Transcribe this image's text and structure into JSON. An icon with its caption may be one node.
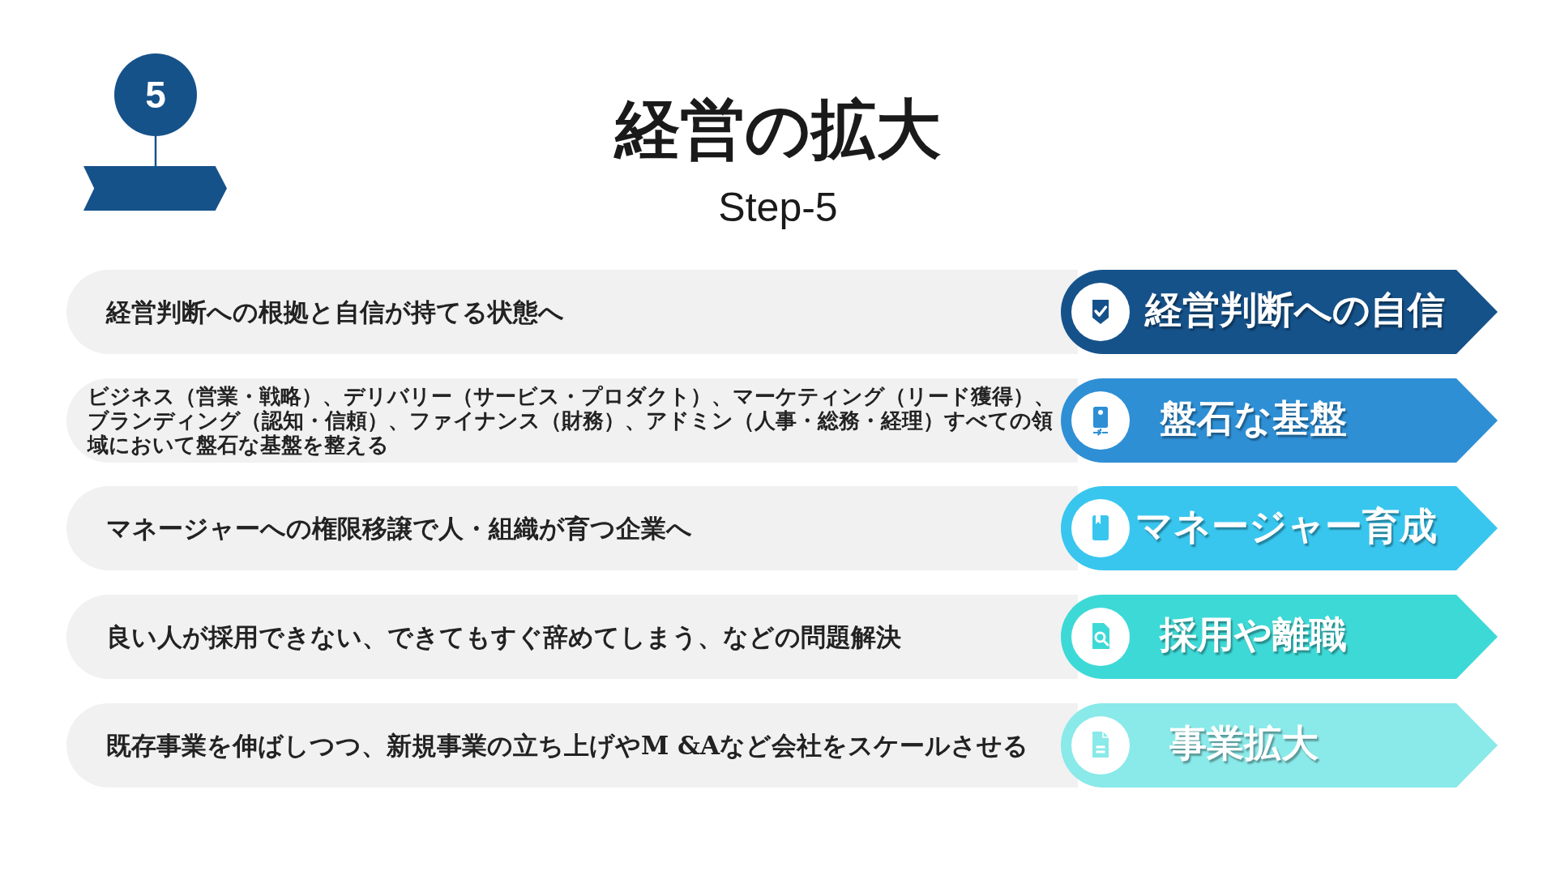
{
  "diagram": {
    "title": "経営の拡大",
    "nodes": [
      {
        "text": [
          "5"
        ]
      },
      {
        "text": [],
        "shape": "banner"
      },
      {
        "text": [
          "経営判断への根拠と自信が持てる状態へ"
        ]
      },
      {
        "text": [
          "経営判断への自信"
        ]
      },
      {
        "text": [
          "ビジネス（営業・戦略）、デリバリー（サービス・プロダクト）、マーケティング（リード獲得）、ブランディング（認知・信頼）、ファイナンス（財務）、アドミン（人事・総務・経理）すべての領域において盤石な基盤を整える"
        ]
      },
      {
        "text": [
          "盤石な基盤"
        ]
      },
      {
        "text": [
          "マネージャーへの権限移譲で人・組織が育つ企業へ"
        ]
      },
      {
        "text": [
          "マネージャー育成"
        ]
      },
      {
        "text": [
          "良い人が採用できない、できてもすぐ辞めてしまう、などの問題解決"
        ]
      },
      {
        "text": [
          "採用や離職"
        ]
      },
      {
        "text": [
          "既存事業を伸ばしつつ、新規事業の立ち上げやM &Aなど会社をスケールさせる"
        ]
      },
      {
        "text": [
          "事業拡大"
        ]
      }
    ],
    "edges": [
      {
        "from": 0,
        "to": 1,
        "arrow": "none"
      }
    ],
    "labels": [
      "Step-5"
    ]
  }
}
